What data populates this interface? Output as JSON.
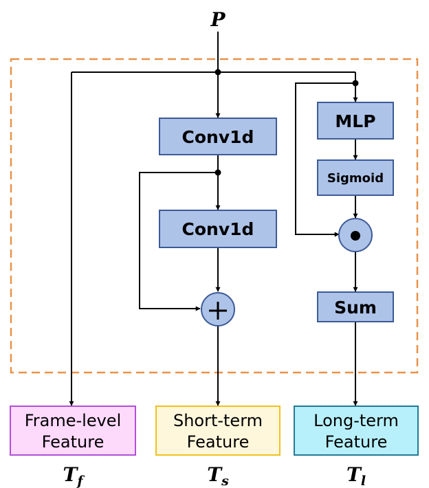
{
  "input": {
    "label": "P"
  },
  "blocks": {
    "conv1": "Conv1d",
    "conv2": "Conv1d",
    "mlp": "MLP",
    "sigmoid": "Sigmoid",
    "sum": "Sum"
  },
  "operators": {
    "add": "+",
    "multiply": "●"
  },
  "outputs": [
    {
      "line1": "Frame-level",
      "line2": "Feature",
      "symbol": "T",
      "subscript": "f"
    },
    {
      "line1": "Short-term",
      "line2": "Feature",
      "symbol": "T",
      "subscript": "s"
    },
    {
      "line1": "Long-term",
      "line2": "Feature",
      "symbol": "T",
      "subscript": "l"
    }
  ],
  "colors": {
    "block_fill": "#aec3e8",
    "block_stroke": "#3b5a96",
    "dashed_border": "#e8924a",
    "frame_fill": "#fdd9fb",
    "frame_stroke": "#b14fd9",
    "short_fill": "#fff7dc",
    "short_stroke": "#f2c11c",
    "long_fill": "#b7f0fa",
    "long_stroke": "#1f7a95"
  }
}
